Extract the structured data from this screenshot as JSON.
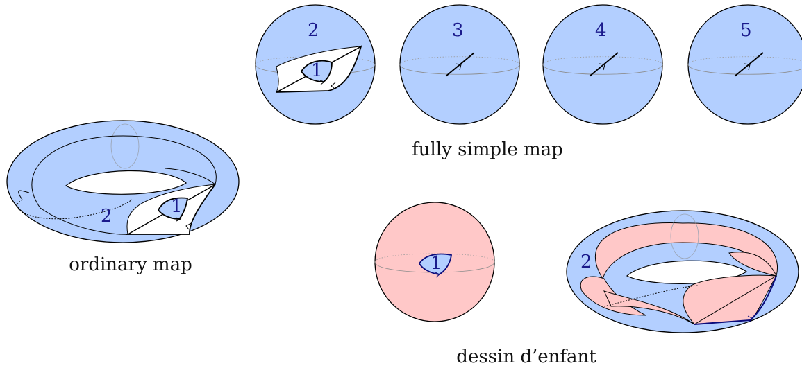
{
  "colors": {
    "blue_face": "#b3cfff",
    "pink_face": "#ffc8c8",
    "label_blue": "#1a1a8c",
    "edge_dark_blue": "#0b0b7a"
  },
  "ordinary_map": {
    "caption": "ordinary map",
    "face_labels": [
      "2",
      "1"
    ]
  },
  "fully_simple_map": {
    "caption": "fully simple map",
    "spheres": [
      {
        "label": "2",
        "inner_label": "1"
      },
      {
        "label": "3"
      },
      {
        "label": "4"
      },
      {
        "label": "5"
      }
    ]
  },
  "dessin_enfant": {
    "caption": "dessin d’enfant",
    "sphere_label": "1",
    "torus_label": "2"
  }
}
